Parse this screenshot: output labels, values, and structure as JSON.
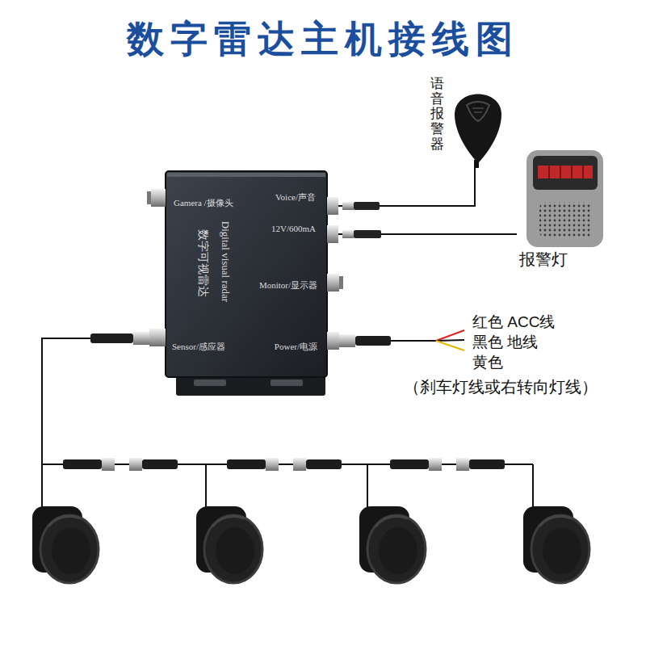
{
  "diagram": {
    "title": "数字雷达主机接线图",
    "nodes": [
      {
        "text": [
          "Gamera /摄像头",
          "Voice/声音",
          "12V/600mA",
          "Monitor/显示器",
          "Sensor/感应器",
          "Power/电源",
          "Digital visual radar",
          "数字可视雷达"
        ]
      },
      {
        "text": [
          "语音报警器"
        ]
      },
      {
        "text": [
          "报警灯"
        ]
      }
    ],
    "edges": [
      {
        "from": 0,
        "to": 1,
        "arrow": "none"
      },
      {
        "from": 0,
        "to": 2,
        "arrow": "none"
      }
    ],
    "labels": [
      "红色 ACC线",
      "黑色 地线",
      "黄色",
      "（刹车灯线或右转向灯线）"
    ]
  }
}
